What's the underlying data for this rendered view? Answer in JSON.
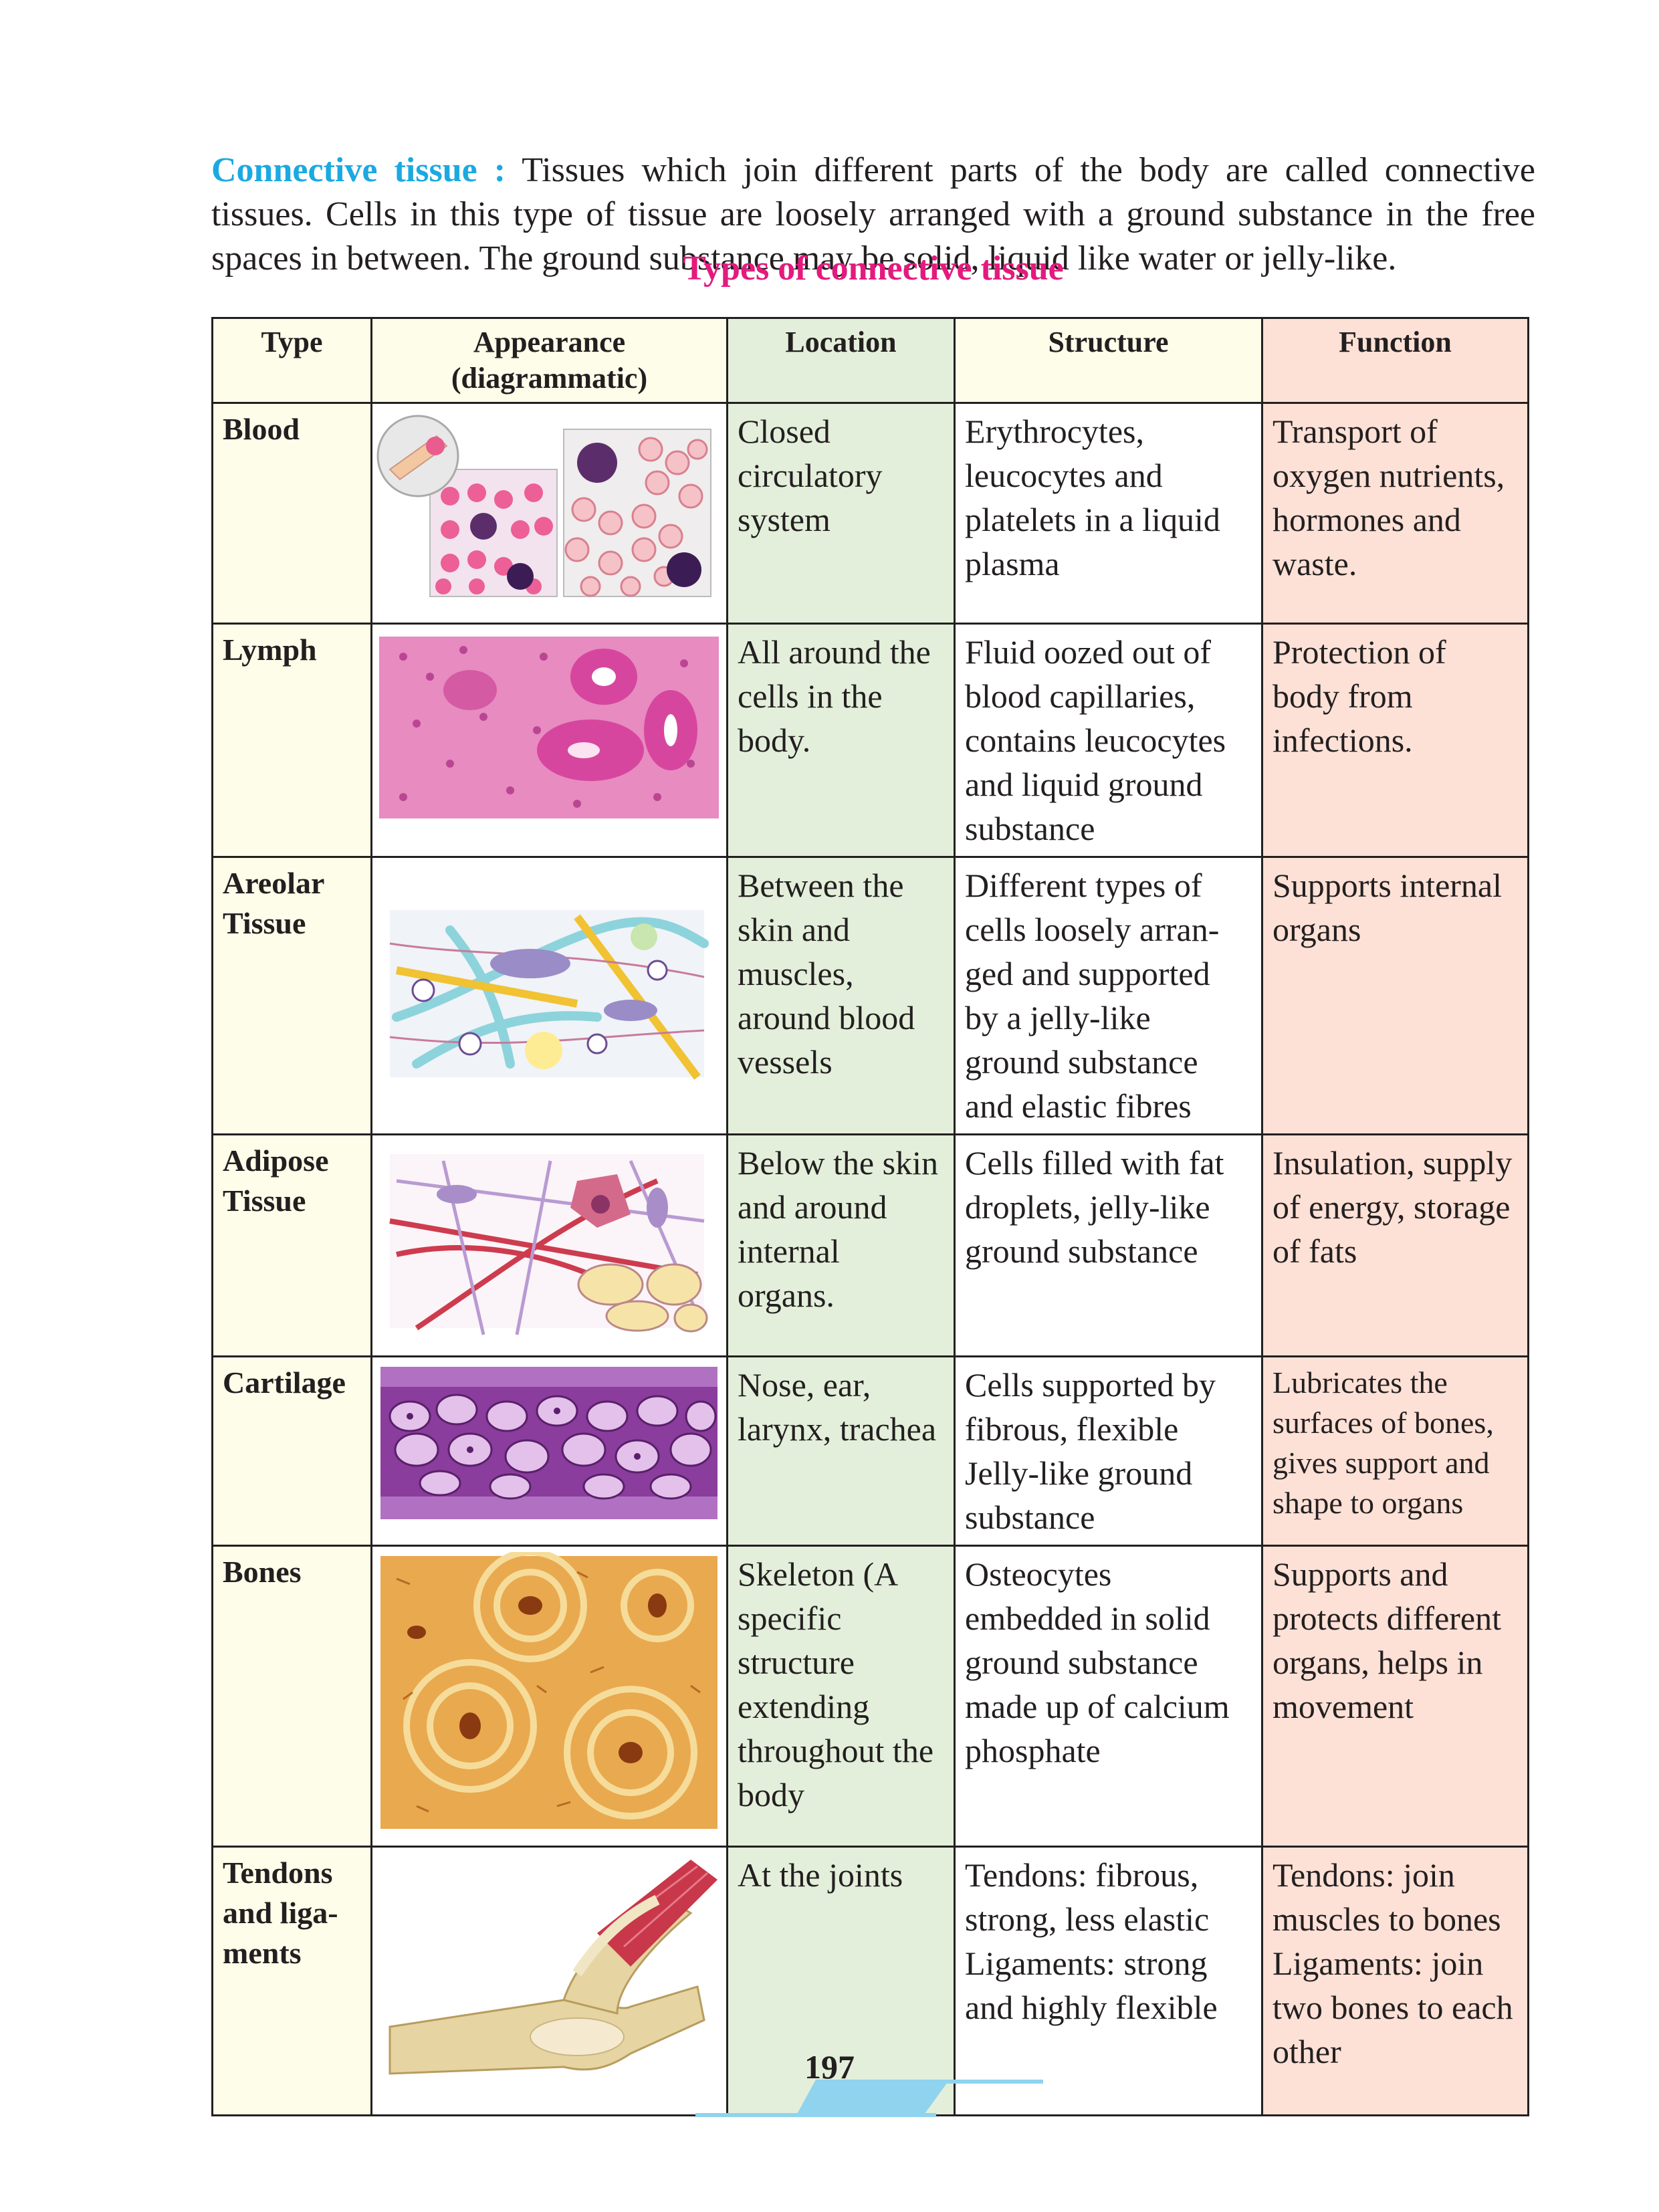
{
  "intro": {
    "term": "Connective tissue :",
    "text": " Tissues which join different parts of the body are called connective tissues. Cells in this type of tissue are loosely arranged with a ground substance in the free spaces in between. The ground substance may be solid, liquid like water or jelly-like."
  },
  "caption": "Types of connective tissue",
  "headers": {
    "type": "Type",
    "appearance_1": "Appearance",
    "appearance_2": "(diagrammatic)",
    "location": "Location",
    "structure": "Structure",
    "function": "Function"
  },
  "rows": [
    {
      "type": "Blood",
      "location": "Closed circulatory system",
      "structure": "Erythrocytes, leucocytes and platelets in a liquid plasma",
      "function": "Transport of oxygen nutrients, hormones and waste."
    },
    {
      "type": "Lymph",
      "location": "All around the cells in the body.",
      "structure": "Fluid oozed out of blood capillaries, contains leucocytes and liquid ground substance",
      "function": "Protection of body from infections."
    },
    {
      "type": "Areolar Tissue",
      "location": "Between the skin and muscles, around blood vessels",
      "structure": "Different types of cells loosely arran-ged and supported by a jelly-like ground substance and elastic fibres",
      "function": "Supports internal organs"
    },
    {
      "type": "Adipose Tissue",
      "location": "Below the skin and around internal organs.",
      "structure": "Cells filled with fat droplets, jelly-like ground substance",
      "function": "Insulation, supply of energy, storage of fats"
    },
    {
      "type": "Cartilage",
      "location": "Nose, ear, larynx, trachea",
      "structure": "Cells supported by fibrous, flexible Jelly-like ground substance",
      "function": "Lubricates the surfaces of bones, gives support and shape to organs"
    },
    {
      "type": "Bones",
      "location": "Skeleton (A specific structure extending throughout the body",
      "structure": "Osteocytes embedded in solid ground substance made up of calcium phosphate",
      "function": "Supports and protects different organs, helps in movement"
    },
    {
      "type": "Tendons and liga-ments",
      "location": "At the joints",
      "structure": "Tendons: fibrous, strong, less elastic Ligaments: strong and highly flexible",
      "function": "Tendons: join muscles to bones Ligaments: join two bones to each other"
    }
  ],
  "page_number": "197"
}
